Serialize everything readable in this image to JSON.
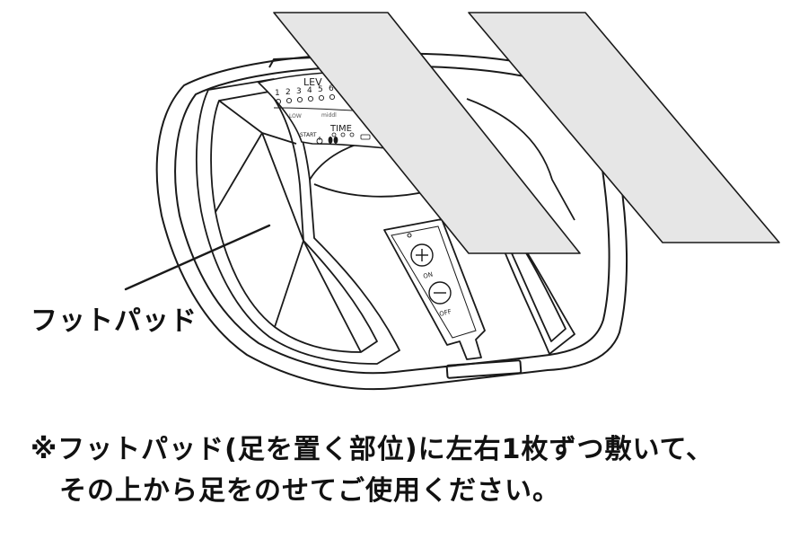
{
  "device": {
    "panel": {
      "level_title": "LEV",
      "level_numbers": [
        "1",
        "2",
        "3",
        "4",
        "5",
        "6"
      ],
      "level_low": "LOW",
      "level_middle": "middl",
      "time_title": "TIME",
      "start_label": "START"
    },
    "remote": {
      "on_label": "ON",
      "off_label": "OFF"
    }
  },
  "callout": {
    "label": "フットパッド"
  },
  "instruction": {
    "line1": "※フットパッド(足を置く部位)に左右1枚ずつ敷いて、",
    "line2": "その上から足をのせてご使用ください。"
  },
  "colors": {
    "outline": "#1a1a1a",
    "pad_fill": "#e6e6e6",
    "background": "#ffffff"
  }
}
